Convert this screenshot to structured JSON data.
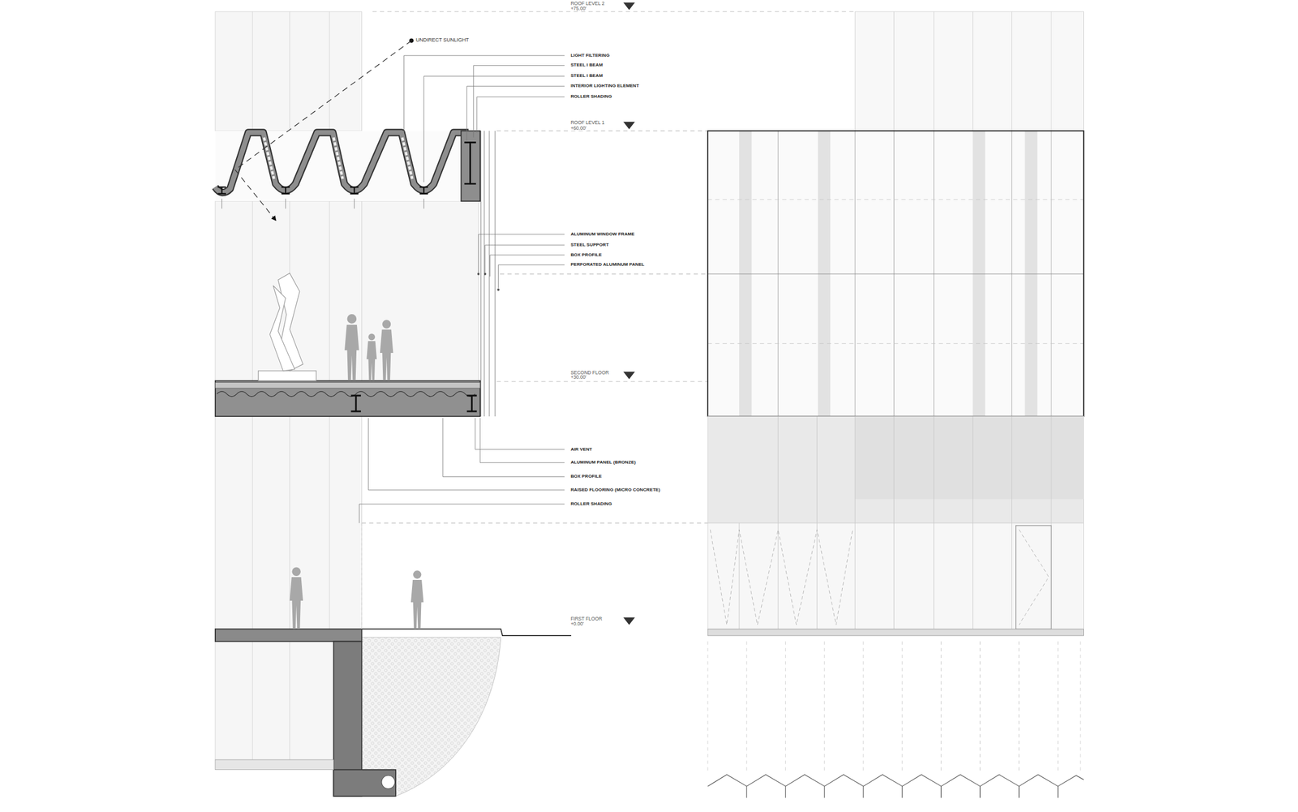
{
  "diagram": {
    "labels": [
      "ROOF LEVEL 2",
      "+75.00'",
      "UNDIRECT SUNLIGHT",
      "LIGHT FILTERING",
      "STEEL I BEAM",
      "STEEL I BEAM",
      "INTERIOR LIGHTING ELEMENT",
      "ROLLER SHADING",
      "ROOF LEVEL 1",
      "+60.00'",
      "ALUMINUM WINDOW FRAME",
      "STEEL SUPPORT",
      "BOX PROFILE",
      "PERFORATED ALUMINUM PANEL",
      "SECOND FLOOR",
      "+30.00'",
      "AIR VENT",
      "ALUMINUM PANEL (BRONZE)",
      "BOX PROFILE",
      "RAISED FLOORING (MICRO CONCRETE)",
      "ROLLER SHADING",
      "FIRST FLOOR",
      "+0.00'"
    ]
  }
}
